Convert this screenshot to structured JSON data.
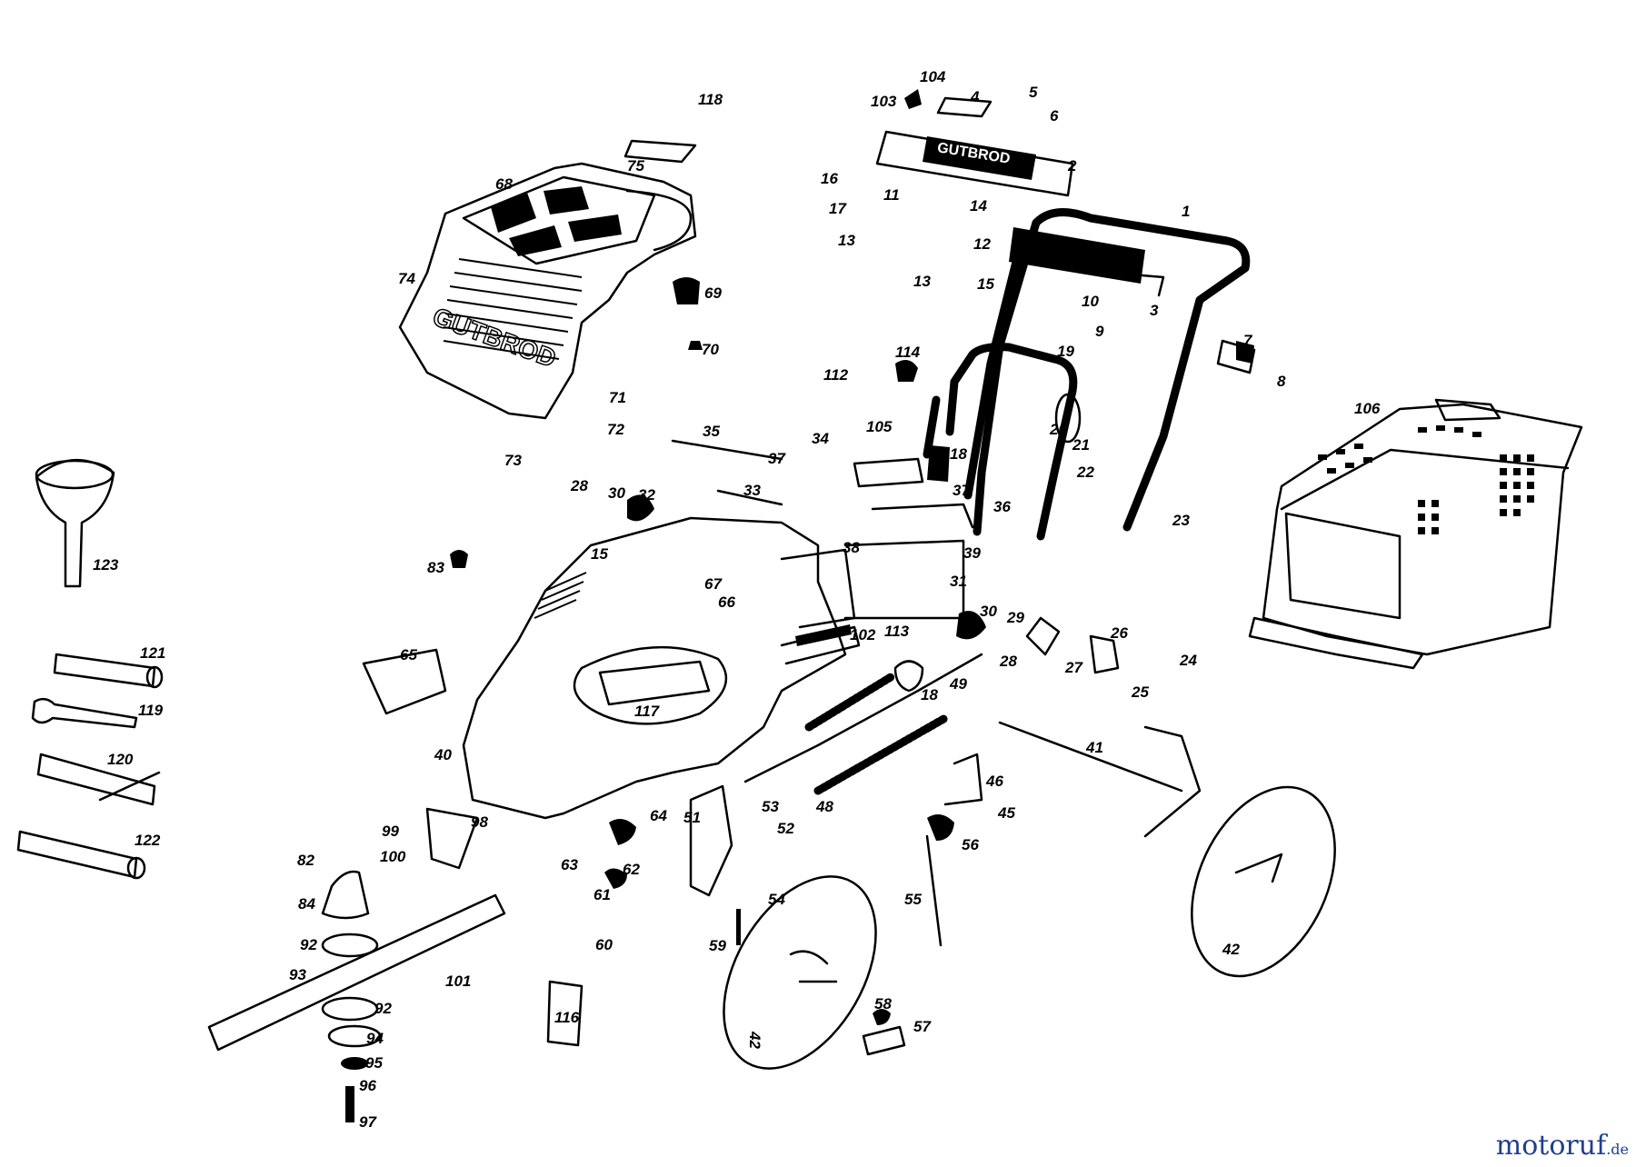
{
  "watermark": {
    "main": "motoruf",
    "tld": ".de"
  },
  "colors": {
    "ink": "#000000",
    "watermark_blue": "#1f3f8f",
    "watermark_orange": "#e0871e"
  },
  "parts": {
    "brand_plate": "GUTBROD",
    "hood_brand": "GUTBROD",
    "labels": [
      "118",
      "104",
      "103",
      "4",
      "5",
      "6",
      "75",
      "68",
      "2",
      "16",
      "17",
      "11",
      "14",
      "13",
      "12",
      "1",
      "74",
      "69",
      "13",
      "15",
      "10",
      "9",
      "3",
      "70",
      "19",
      "7",
      "114",
      "112",
      "8",
      "106",
      "71",
      "72",
      "35",
      "37",
      "105",
      "34",
      "20",
      "21",
      "18",
      "73",
      "22",
      "28",
      "30",
      "32",
      "33",
      "37",
      "36",
      "23",
      "123",
      "38",
      "39",
      "83",
      "15",
      "67",
      "66",
      "31",
      "30",
      "29",
      "65",
      "102",
      "113",
      "28",
      "26",
      "121",
      "27",
      "25",
      "24",
      "117",
      "49",
      "41",
      "40",
      "119",
      "18",
      "120",
      "64",
      "51",
      "53",
      "52",
      "46",
      "45",
      "48",
      "122",
      "99",
      "100",
      "98",
      "56",
      "63",
      "62",
      "82",
      "61",
      "54",
      "55",
      "84",
      "60",
      "59",
      "92",
      "93",
      "101",
      "42",
      "116",
      "92",
      "58",
      "42",
      "57",
      "94",
      "95",
      "96",
      "97"
    ]
  }
}
